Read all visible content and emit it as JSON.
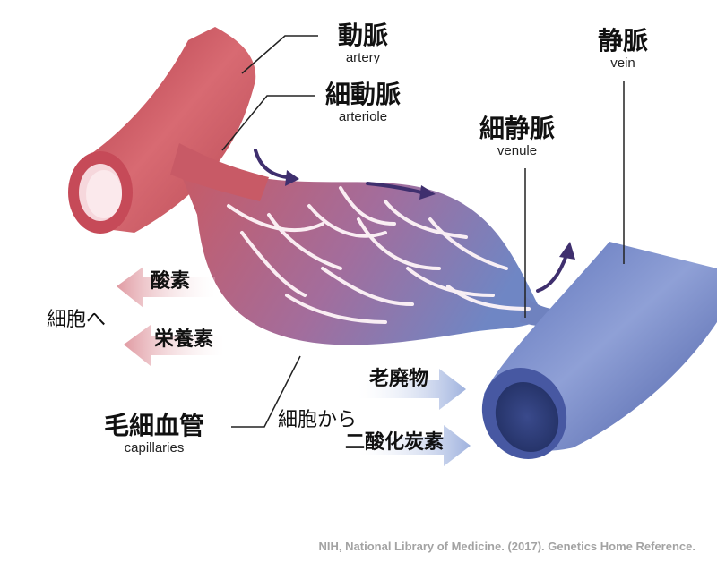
{
  "labels": {
    "artery": {
      "jp": "動脈",
      "en": "artery"
    },
    "arteriole": {
      "jp": "細動脈",
      "en": "arteriole"
    },
    "venule": {
      "jp": "細静脈",
      "en": "venule"
    },
    "vein": {
      "jp": "静脈",
      "en": "vein"
    },
    "capillaries": {
      "jp": "毛細血管",
      "en": "capillaries"
    }
  },
  "to_cells": {
    "caption": "細胞へ",
    "items": [
      "酸素",
      "栄養素"
    ]
  },
  "from_cells": {
    "caption": "細胞から",
    "items": [
      "老廃物",
      "二酸化炭素"
    ]
  },
  "credit": "NIH, National Library of Medicine. (2017). Genetics Home Reference.",
  "colors": {
    "artery": "#c8505c",
    "vein": "#5a6fb8",
    "to_cells_arrow": "#e6a7ad",
    "from_cells_arrow": "#a9bce0",
    "flow_arrow": "#3f2f6e"
  }
}
